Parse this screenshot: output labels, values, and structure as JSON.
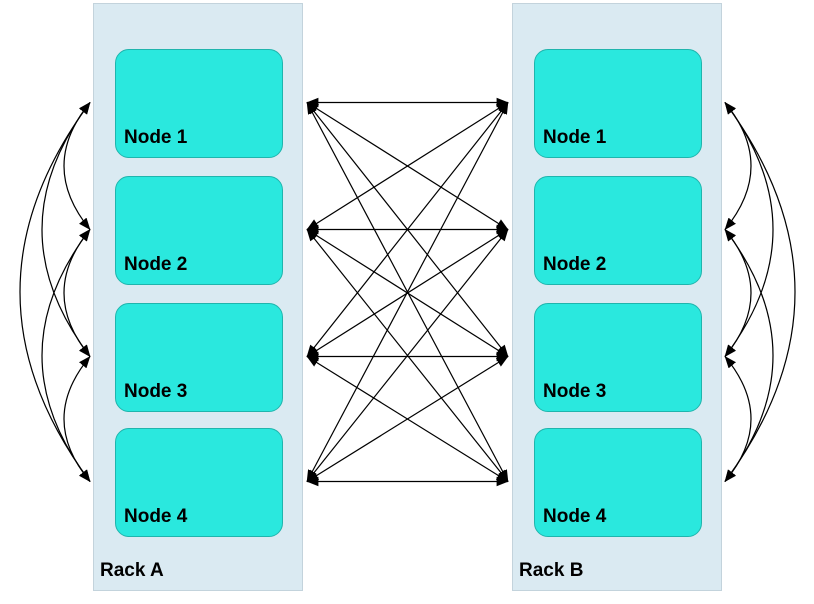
{
  "racks": [
    {
      "label": "Rack A",
      "nodes": [
        "Node 1",
        "Node 2",
        "Node 3",
        "Node 4"
      ]
    },
    {
      "label": "Rack B",
      "nodes": [
        "Node 1",
        "Node 2",
        "Node 3",
        "Node 4"
      ]
    }
  ],
  "connections": {
    "inter_rack": "all-to-all",
    "inter_rack_arrow_style": "straight, arrowheads on both ends",
    "intra_rack_pairs": [
      [
        1,
        2
      ],
      [
        1,
        3
      ],
      [
        1,
        4
      ],
      [
        2,
        3
      ],
      [
        2,
        4
      ],
      [
        3,
        4
      ]
    ],
    "intra_rack_arrow_style": "curved along outer edge, arrowheads on both ends"
  },
  "colors": {
    "node_fill": "#2AE8DE",
    "node_border": "#1FB5AD",
    "rack_fill": "#DAEAF2",
    "rack_border": "#C3D3DC",
    "arrow": "#000000",
    "label_text": "#000000"
  }
}
